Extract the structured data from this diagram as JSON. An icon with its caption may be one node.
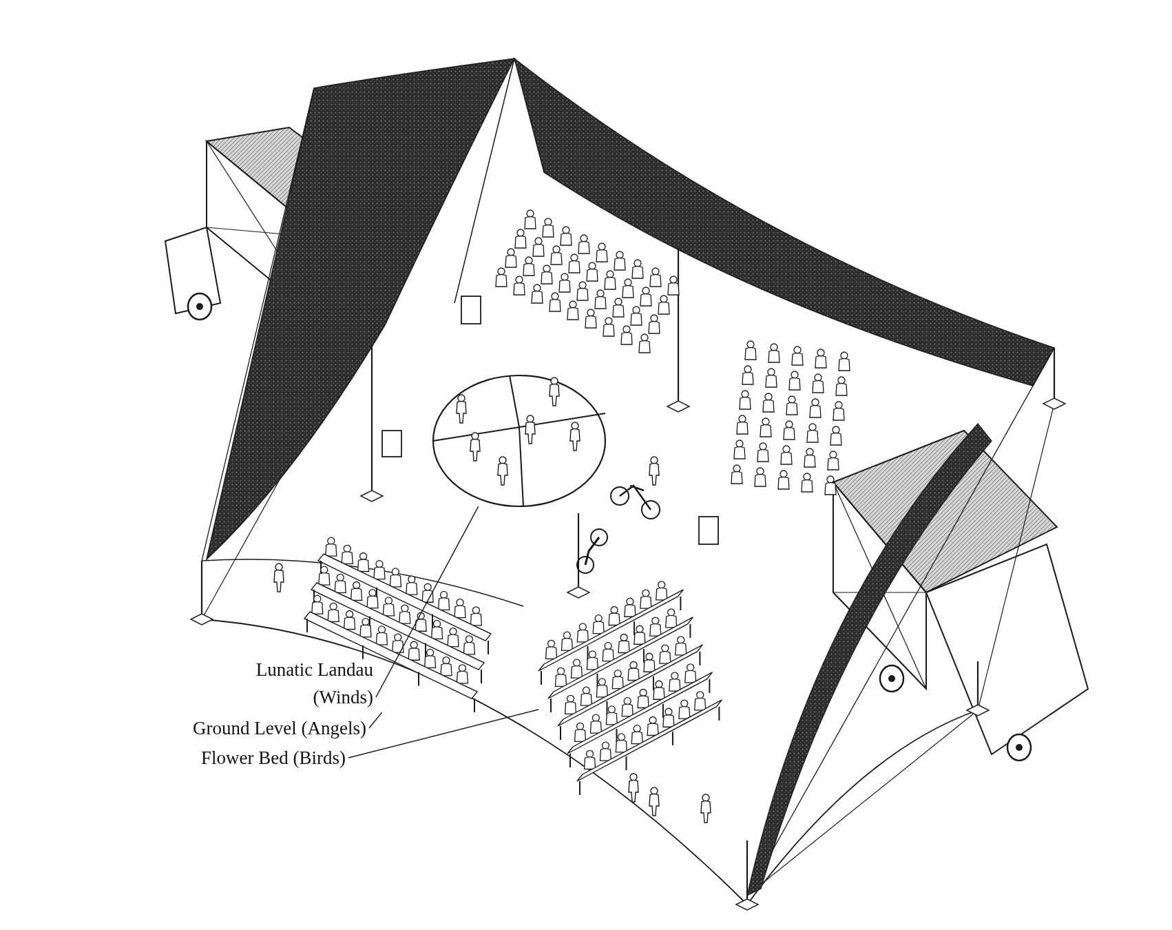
{
  "diagram": {
    "nodes": [
      {
        "text": [
          "Lunatic Landau (Winds)"
        ]
      },
      {
        "text": [
          "Ground Level (Angels)"
        ]
      },
      {
        "text": [
          "Flower Bed (Birds)"
        ]
      },
      {
        "text": [],
        "shape": "picture"
      },
      {
        "text": [],
        "shape": "picture"
      },
      {
        "text": [],
        "shape": "picture"
      }
    ],
    "edges": [
      {
        "from": 0,
        "to": 3,
        "arrow": "none"
      },
      {
        "from": 1,
        "to": 4,
        "arrow": "none"
      },
      {
        "from": 2,
        "to": 5,
        "arrow": "none"
      }
    ]
  }
}
